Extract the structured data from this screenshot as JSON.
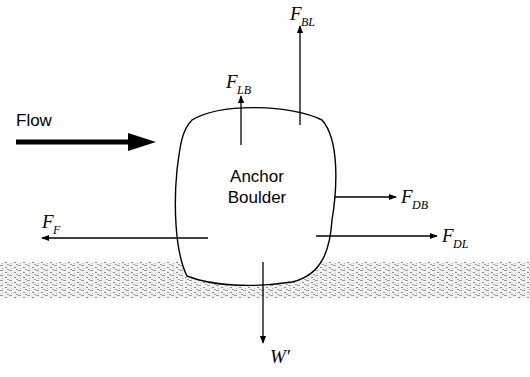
{
  "diagram": {
    "nodes": [
      {
        "text": [
          "Anchor Boulder"
        ]
      }
    ],
    "labels": [
      "Flow",
      "F",
      "BL",
      "F",
      "LB",
      "F",
      "DB",
      "F",
      "DL",
      "F",
      "F",
      "W′"
    ]
  }
}
